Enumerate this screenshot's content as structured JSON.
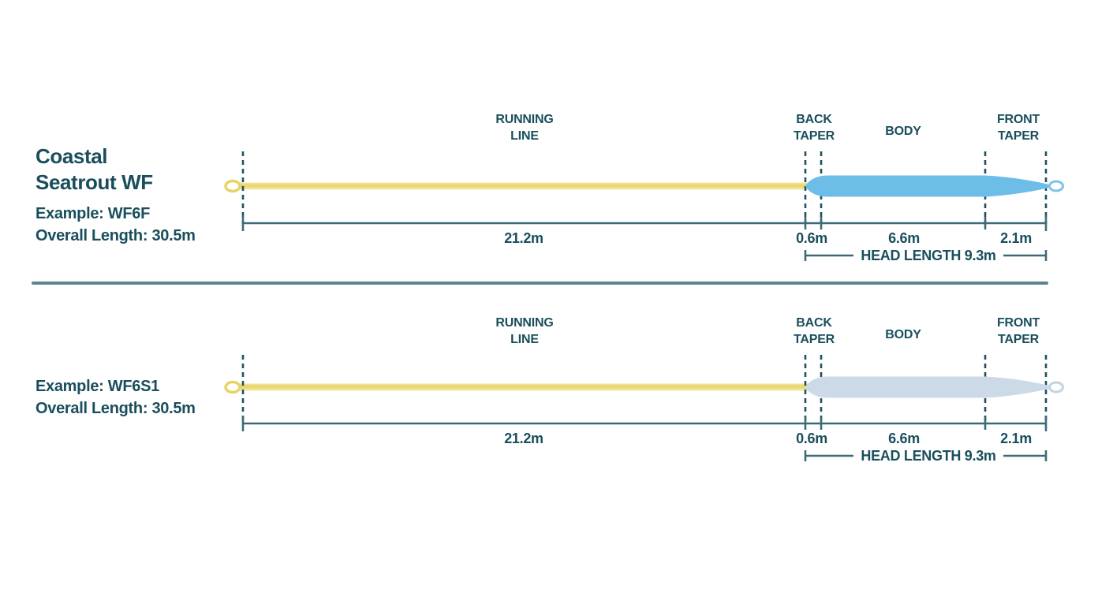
{
  "colors": {
    "text_teal": "#1a4e5c",
    "dash_teal": "#1d5260",
    "dimension_line": "#3e6a76",
    "divider": "#5c868f",
    "running_line_yellow": "#e8d466",
    "floating_body_blue": "#6cbde8",
    "sinking_body_gray": "#cbdae6"
  },
  "rows": [
    {
      "title": "Coastal\nSeatrout WF",
      "example": "Example: WF6F",
      "overall_length": "Overall Length: 30.5m",
      "section_labels": {
        "running_line": "RUNNING\nLINE",
        "back_taper": "BACK\nTAPER",
        "body": "BODY",
        "front_taper": "FRONT\nTAPER"
      },
      "measurements": {
        "running_line": "21.2m",
        "back_taper": "0.6m",
        "body": "6.6m",
        "front_taper": "2.1m",
        "head_length": "HEAD LENGTH 9.3m"
      }
    },
    {
      "example": "Example: WF6S1",
      "overall_length": "Overall Length: 30.5m",
      "section_labels": {
        "running_line": "RUNNING\nLINE",
        "back_taper": "BACK\nTAPER",
        "body": "BODY",
        "front_taper": "FRONT\nTAPER"
      },
      "measurements": {
        "running_line": "21.2m",
        "back_taper": "0.6m",
        "body": "6.6m",
        "front_taper": "2.1m",
        "head_length": "HEAD LENGTH 9.3m"
      }
    }
  ]
}
